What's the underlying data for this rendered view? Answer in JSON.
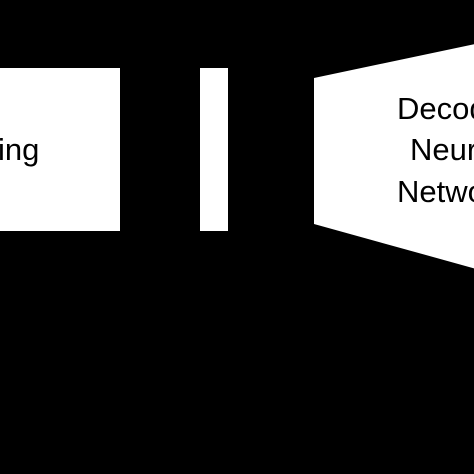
{
  "diagram": {
    "background_color": "#000000",
    "shape_color": "#ffffff",
    "text_color": "#000000",
    "left_box": {
      "text": "ing"
    },
    "middle_bar": {},
    "decoder": {
      "shape": "trapezoid-widening-right",
      "lines": [
        "Decod",
        "Neur",
        "Netwo"
      ]
    }
  }
}
